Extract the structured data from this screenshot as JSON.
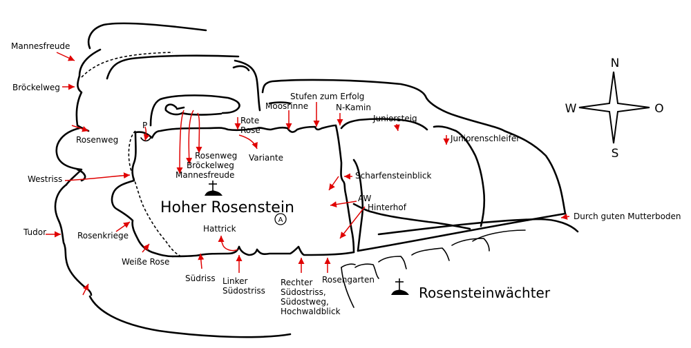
{
  "map": {
    "main_title": "Hoher Rosenstein",
    "secondary_title": "Rosensteinwächter",
    "marker_letter": "A",
    "compass": {
      "north": "N",
      "south": "S",
      "west": "W",
      "east": "O"
    },
    "route_color": "#e00000",
    "outline_color": "#000000",
    "routes": {
      "mannesfreude": "Mannesfreude",
      "broeckelweg": "Bröckelweg",
      "rosenweg_west": "Rosenweg",
      "westriss": "Westriss",
      "tudor": "Tudor",
      "rosenkriege": "Rosenkriege",
      "weisse_rose": "Weiße Rose",
      "suedriss": "Südriss",
      "linker_suedostriss_1": "Linker",
      "linker_suedostriss_2": "Südostriss",
      "hattrick": "Hattrick",
      "p": "P",
      "rosenweg_top": "Rosenweg",
      "broeckelweg_top": "Bröckelweg",
      "mannesfreude_top": "Mannesfreude",
      "rote_rose_1": "Rote",
      "rote_rose_2": "Rose",
      "variante": "Variante",
      "moosrinne": "Moosrinne",
      "stufen": "Stufen zum Erfolg",
      "n_kamin": "N-Kamin",
      "juniorsteig": "Juniorsteig",
      "juniorenschleifer": "Juniorenschleifer",
      "scharfensteinblick": "Scharfensteinblick",
      "aw": "AW",
      "hinterhof": "Hinterhof",
      "durch_guten_mutterboden": "Durch guten Mutterboden",
      "rechter_1": "Rechter",
      "rechter_2": "Südostriss,",
      "rechter_3": "Südostweg,",
      "rechter_4": "Hochwaldblick",
      "rosengarten": "Rosengarten"
    }
  }
}
